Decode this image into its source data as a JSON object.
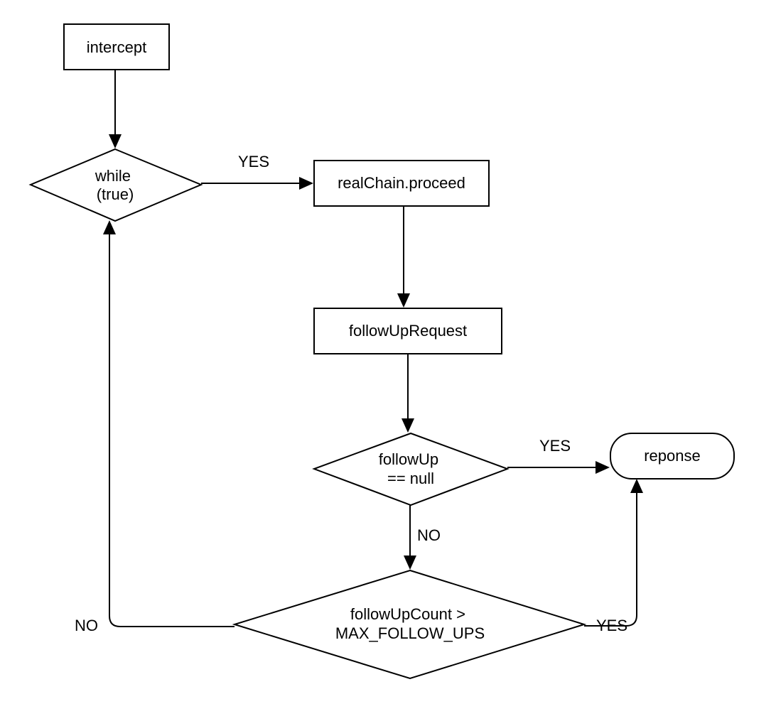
{
  "diagram": {
    "nodes": {
      "intercept": {
        "lines": [
          "intercept"
        ]
      },
      "while_loop": {
        "lines": [
          "while",
          "(true)"
        ]
      },
      "proceed": {
        "lines": [
          "realChain.proceed"
        ]
      },
      "follow_up_request": {
        "lines": [
          "followUpRequest"
        ]
      },
      "follow_up_null": {
        "lines": [
          "followUp",
          "== null"
        ]
      },
      "response": {
        "lines": [
          "reponse"
        ]
      },
      "count_check": {
        "lines": [
          "followUpCount >",
          "MAX_FOLLOW_UPS"
        ]
      }
    },
    "edges": {
      "while_to_proceed": {
        "label": "YES"
      },
      "null_to_response": {
        "label": "YES"
      },
      "null_to_count": {
        "label": "NO"
      },
      "count_to_while": {
        "label": "NO"
      },
      "count_to_response": {
        "label": "YES"
      }
    }
  }
}
